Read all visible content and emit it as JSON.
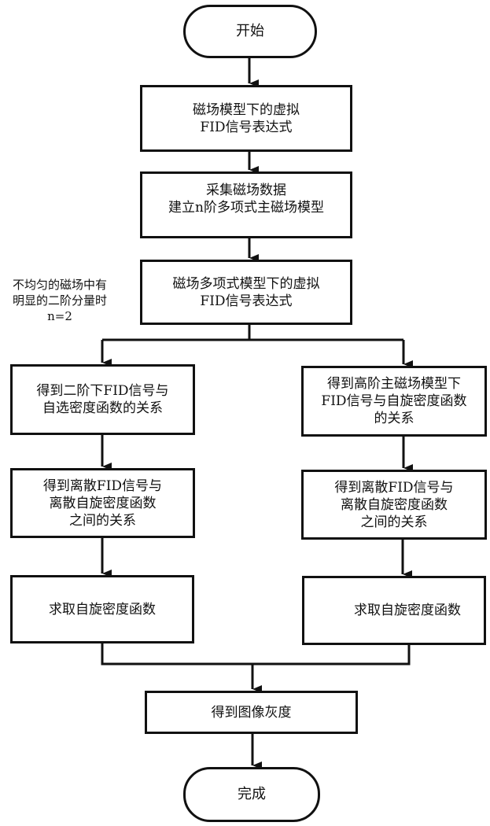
{
  "diagram": {
    "type": "flowchart",
    "nodes": {
      "start": "开始",
      "virtual_fid": "磁场模型下的虚拟\nFID信号表达式",
      "collect_data": "采集磁场数据\n建立n阶多项式主磁场模型",
      "poly_virtual_fid": "磁场多项式模型下的虚拟\nFID信号表达式",
      "left_relation": "得到二阶下FID信号与\n自选密度函数的关系",
      "right_relation": "得到高阶主磁场模型下\nFID信号与自旋密度函数\n的关系",
      "left_discrete": "得到离散FID信号与\n离散自旋密度函数\n之间的关系",
      "right_discrete": "得到离散FID信号与\n离散自旋密度函数\n之间的关系",
      "left_solve": "求取自旋密度函数",
      "right_solve": "求取自旋密度函数",
      "gray": "得到图像灰度",
      "end": "完成"
    },
    "annotation": "不均匀的磁场中有\n明显的二阶分量时\nn=2",
    "edges": [
      [
        "start",
        "virtual_fid"
      ],
      [
        "virtual_fid",
        "collect_data"
      ],
      [
        "collect_data",
        "poly_virtual_fid"
      ],
      [
        "poly_virtual_fid",
        "left_relation"
      ],
      [
        "poly_virtual_fid",
        "right_relation"
      ],
      [
        "left_relation",
        "left_discrete"
      ],
      [
        "right_relation",
        "right_discrete"
      ],
      [
        "left_discrete",
        "left_solve"
      ],
      [
        "right_discrete",
        "right_solve"
      ],
      [
        "left_solve",
        "gray"
      ],
      [
        "right_solve",
        "gray"
      ],
      [
        "gray",
        "end"
      ]
    ]
  }
}
